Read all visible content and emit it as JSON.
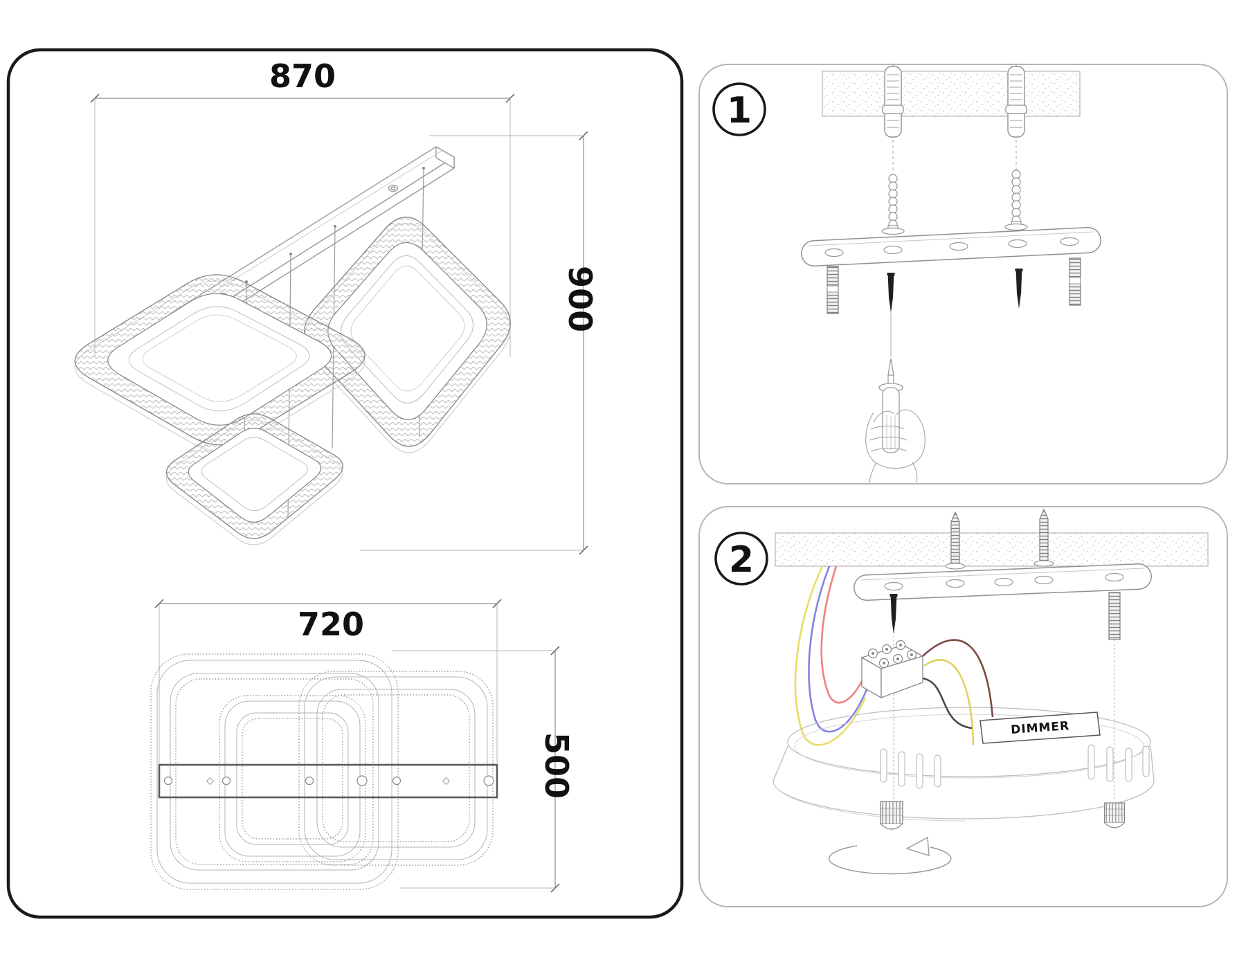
{
  "document": {
    "type": "installation-instruction-sheet",
    "product": "LED pendant chandelier (two square rings + one small ring)"
  },
  "dimension_view": {
    "overall_width_label": "870",
    "overall_height_label": "900",
    "mount_bar_length_label": "720",
    "fixture_depth_label": "500",
    "overall_width_mm": 870,
    "overall_height_mm": 900,
    "mount_bar_length_mm": 720,
    "fixture_depth_mm": 500
  },
  "steps": [
    {
      "number": "1",
      "description_icons": [
        "ceiling-strip",
        "wall-anchors",
        "mount-bar",
        "screws",
        "screwdriver",
        "hand"
      ]
    },
    {
      "number": "2",
      "description_icons": [
        "ceiling-strip",
        "mount-bar",
        "wires",
        "terminal-block",
        "driver-canopy",
        "knurled-nuts",
        "rotation-arrow"
      ],
      "driver_label": "DIMMER"
    }
  ],
  "wire_colors": {
    "supply_yellow": "#e6de66",
    "supply_blue": "#8183e0",
    "supply_red": "#ef8080",
    "output_brown": "#7b4b44",
    "output_yellow": "#ddd45e",
    "output_black": "#4a4a4a"
  },
  "style_colors": {
    "drawing_line": "#9a9a9a",
    "light_line": "#bfbfbf",
    "left_panel_border": "#1a1a1a",
    "step_panel_border": "#b5b5b5",
    "screw_fill": "#1f1f1f"
  }
}
